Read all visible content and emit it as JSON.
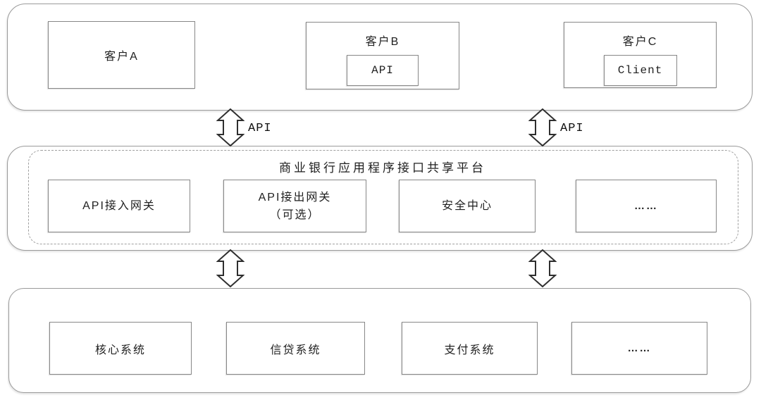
{
  "colors": {
    "container_border": "#9a9a9a",
    "box_border": "#878787",
    "arrow_stroke": "#2e2e2e",
    "text": "#1f1f1f",
    "background": "#ffffff"
  },
  "top_section": {
    "customer_a": {
      "label": "客户A"
    },
    "customer_b": {
      "label": "客户B",
      "inner": "API"
    },
    "customer_c": {
      "label": "客户C",
      "inner": "Client"
    }
  },
  "api_links": {
    "left_label": "API",
    "right_label": "API"
  },
  "platform_section": {
    "title": "商业银行应用程序接口共享平台",
    "boxes": [
      {
        "label": "API接入网关",
        "sublabel": ""
      },
      {
        "label": "API接出网关",
        "sublabel": "（可选）"
      },
      {
        "label": "安全中心",
        "sublabel": ""
      },
      {
        "label": "……",
        "sublabel": ""
      }
    ]
  },
  "backend_section": {
    "boxes": [
      {
        "label": "核心系统"
      },
      {
        "label": "信贷系统"
      },
      {
        "label": "支付系统"
      },
      {
        "label": "……"
      }
    ]
  }
}
